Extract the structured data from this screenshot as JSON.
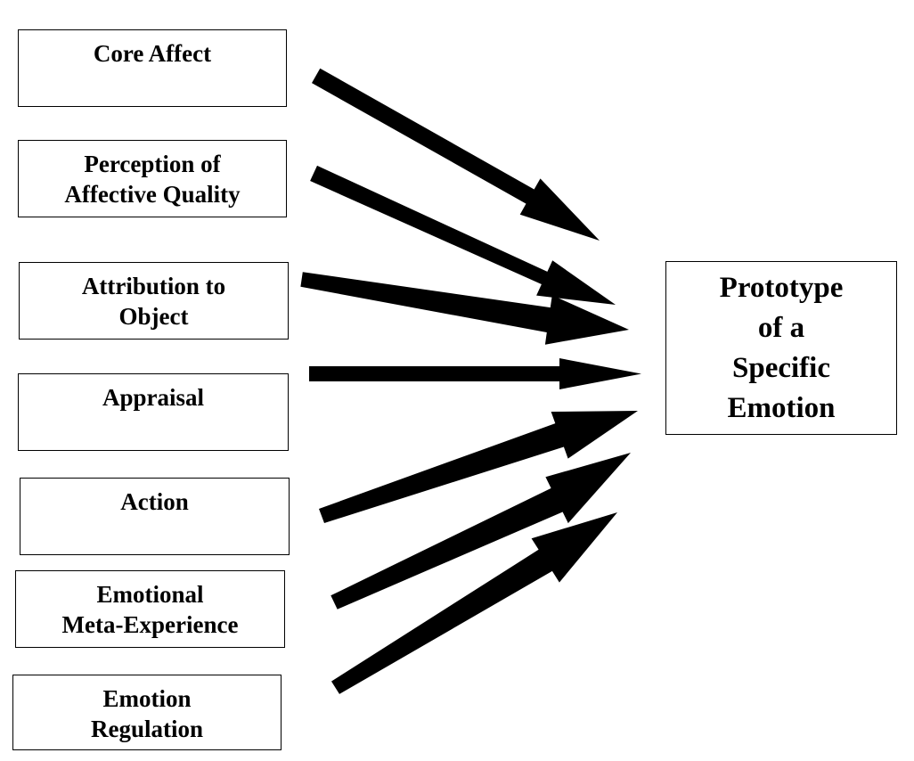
{
  "sources": [
    {
      "label": "Core Affect"
    },
    {
      "label": "Perception of\nAffective Quality"
    },
    {
      "label": "Attribution to\nObject"
    },
    {
      "label": "Appraisal"
    },
    {
      "label": "Action"
    },
    {
      "label": "Emotional\nMeta-Experience"
    },
    {
      "label": "Emotion\nRegulation"
    }
  ],
  "target": {
    "label": "Prototype\nof a\nSpecific\nEmotion"
  }
}
